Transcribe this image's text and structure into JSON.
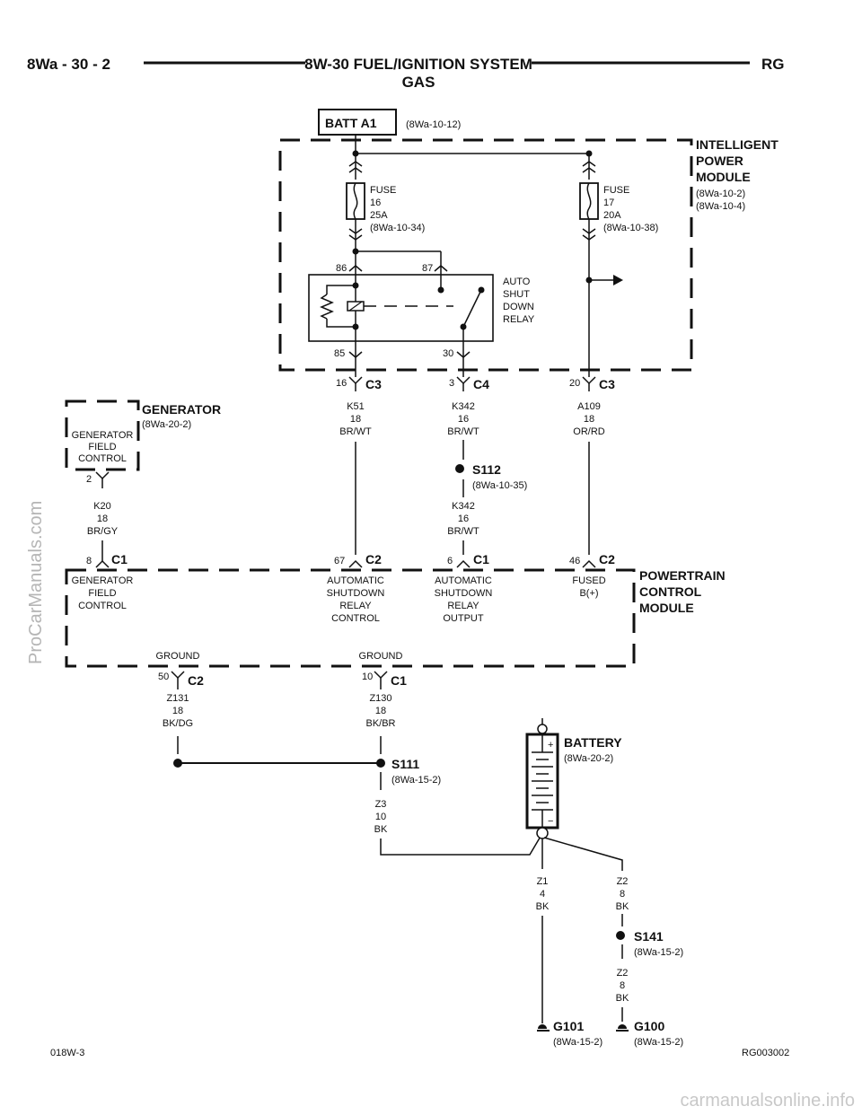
{
  "header": {
    "left": "8Wa - 30 - 2",
    "center_line1": "8W-30 FUEL/IGNITION SYSTEM",
    "center_line2": "GAS",
    "right": "RG"
  },
  "batt": {
    "label": "BATT A1",
    "ref": "(8Wa-10-12)"
  },
  "ipm": {
    "line1": "INTELLIGENT",
    "line2": "POWER",
    "line3": "MODULE",
    "ref1": "(8Wa-10-2)",
    "ref2": "(8Wa-10-4)"
  },
  "fuse16": {
    "l1": "FUSE",
    "l2": "16",
    "l3": "25A",
    "l4": "(8Wa-10-34)"
  },
  "fuse17": {
    "l1": "FUSE",
    "l2": "17",
    "l3": "20A",
    "l4": "(8Wa-10-38)"
  },
  "relay": {
    "l1": "AUTO",
    "l2": "SHUT",
    "l3": "DOWN",
    "l4": "RELAY",
    "p86": "86",
    "p87": "87",
    "p85": "85",
    "p30": "30"
  },
  "conn_top": [
    {
      "pin": "16",
      "conn": "C3"
    },
    {
      "pin": "3",
      "conn": "C4"
    },
    {
      "pin": "20",
      "conn": "C3"
    }
  ],
  "wires_top": [
    {
      "code": "K51",
      "gauge": "18",
      "color": "BR/WT"
    },
    {
      "code": "K342",
      "gauge": "16",
      "color": "BR/WT"
    },
    {
      "code": "A109",
      "gauge": "18",
      "color": "OR/RD"
    }
  ],
  "generator": {
    "title": "GENERATOR",
    "ref": "(8Wa-20-2)",
    "l1": "GENERATOR",
    "l2": "FIELD",
    "l3": "CONTROL",
    "pin": "2"
  },
  "k20": {
    "code": "K20",
    "gauge": "18",
    "color": "BR/GY"
  },
  "s112": {
    "label": "S112",
    "ref": "(8Wa-10-35)"
  },
  "k342b": {
    "code": "K342",
    "gauge": "16",
    "color": "BR/WT"
  },
  "pcm_conn": [
    {
      "pin": "8",
      "conn": "C1"
    },
    {
      "pin": "67",
      "conn": "C2"
    },
    {
      "pin": "6",
      "conn": "C1"
    },
    {
      "pin": "46",
      "conn": "C2"
    }
  ],
  "pcm": {
    "line1": "POWERTRAIN",
    "line2": "CONTROL",
    "line3": "MODULE",
    "gen": [
      "GENERATOR",
      "FIELD",
      "CONTROL"
    ],
    "asdc": [
      "AUTOMATIC",
      "SHUTDOWN",
      "RELAY",
      "CONTROL"
    ],
    "asdo": [
      "AUTOMATIC",
      "SHUTDOWN",
      "RELAY",
      "OUTPUT"
    ],
    "fused": [
      "FUSED",
      "B(+)"
    ],
    "ground1": "GROUND",
    "ground2": "GROUND"
  },
  "gnd_conn": [
    {
      "pin": "50",
      "conn": "C2"
    },
    {
      "pin": "10",
      "conn": "C1"
    }
  ],
  "z131": {
    "code": "Z131",
    "gauge": "18",
    "color": "BK/DG"
  },
  "z130": {
    "code": "Z130",
    "gauge": "18",
    "color": "BK/BR"
  },
  "s111": {
    "label": "S111",
    "ref": "(8Wa-15-2)"
  },
  "z3": {
    "code": "Z3",
    "gauge": "10",
    "color": "BK"
  },
  "battery": {
    "label": "BATTERY",
    "ref": "(8Wa-20-2)",
    "plus": "+",
    "minus": "−"
  },
  "z1": {
    "code": "Z1",
    "gauge": "4",
    "color": "BK"
  },
  "z2a": {
    "code": "Z2",
    "gauge": "8",
    "color": "BK"
  },
  "s141": {
    "label": "S141",
    "ref": "(8Wa-15-2)"
  },
  "z2b": {
    "code": "Z2",
    "gauge": "8",
    "color": "BK"
  },
  "g101": {
    "label": "G101",
    "ref": "(8Wa-15-2)"
  },
  "g100": {
    "label": "G100",
    "ref": "(8Wa-15-2)"
  },
  "footer": {
    "left": "018W-3",
    "right": "RG003002"
  },
  "watermark_side": "ProCarManuals.com",
  "watermark_bottom": "carmanualsonline.info"
}
